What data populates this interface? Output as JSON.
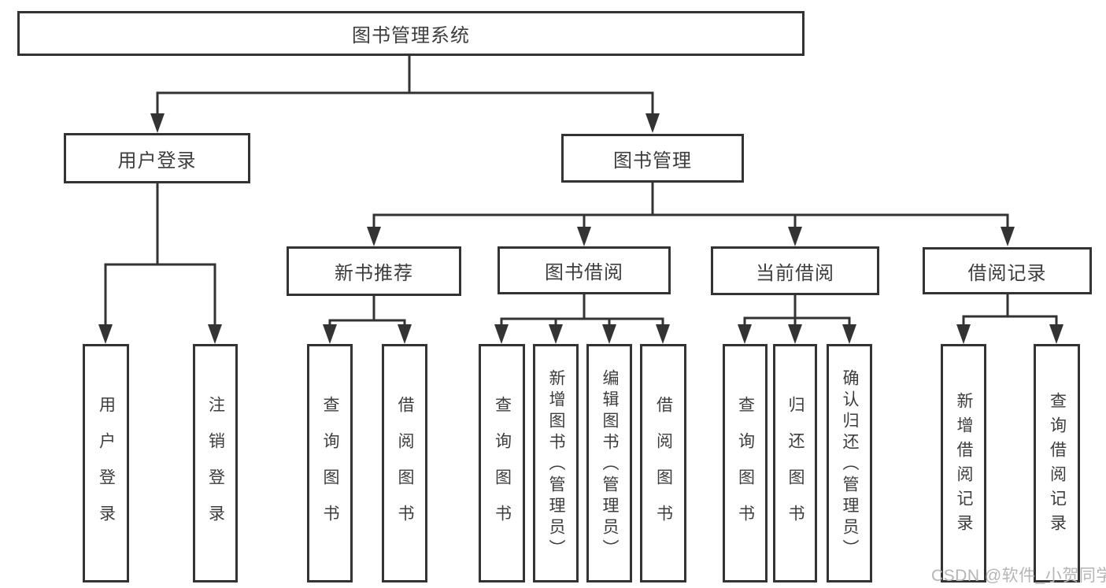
{
  "tree": {
    "label": "图书管理系统",
    "children": [
      {
        "label": "用户登录",
        "children": [
          {
            "label": "用户登录"
          },
          {
            "label": "注销登录"
          }
        ]
      },
      {
        "label": "图书管理",
        "children": [
          {
            "label": "新书推荐",
            "children": [
              {
                "label": "查询图书"
              },
              {
                "label": "借阅图书"
              }
            ]
          },
          {
            "label": "图书借阅",
            "children": [
              {
                "label": "查询图书"
              },
              {
                "label": "新增图书（管理员）"
              },
              {
                "label": "编辑图书（管理员）"
              },
              {
                "label": "借阅图书"
              }
            ]
          },
          {
            "label": "当前借阅",
            "children": [
              {
                "label": "查询图书"
              },
              {
                "label": "归还图书"
              },
              {
                "label": "确认归还（管理员）"
              }
            ]
          },
          {
            "label": "借阅记录",
            "children": [
              {
                "label": "新增借阅记录"
              },
              {
                "label": "查询借阅记录"
              }
            ]
          }
        ]
      }
    ]
  },
  "watermark": "CSDN @软件_小贺同学",
  "colors": {
    "line": "#333333",
    "text": "#3d3d3d",
    "box_background": "#ffffff",
    "watermark": "#b5b5b5"
  }
}
